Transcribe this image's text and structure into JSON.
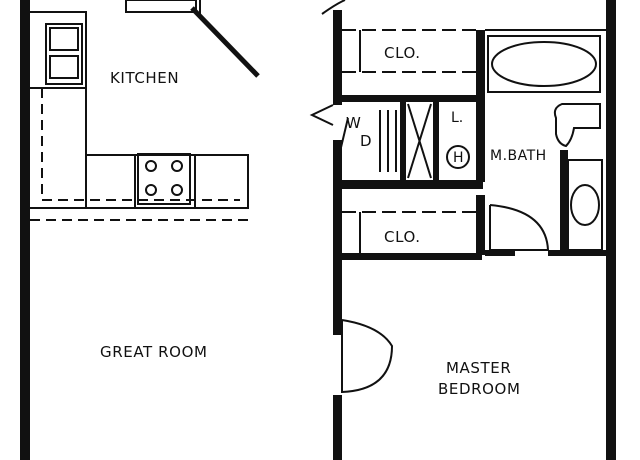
{
  "rooms": {
    "kitchen": "KITCHEN",
    "great_room": "GREAT ROOM",
    "master_bedroom_line1": "MASTER",
    "master_bedroom_line2": "BEDROOM",
    "master_bath": "M.BATH",
    "closet_upper": "CLO.",
    "closet_lower": "CLO.",
    "laundry_w": "W",
    "laundry_d": "D",
    "linen": "L.",
    "water_heater": "H"
  },
  "colors": {
    "wall": "#111111",
    "background": "#ffffff"
  }
}
